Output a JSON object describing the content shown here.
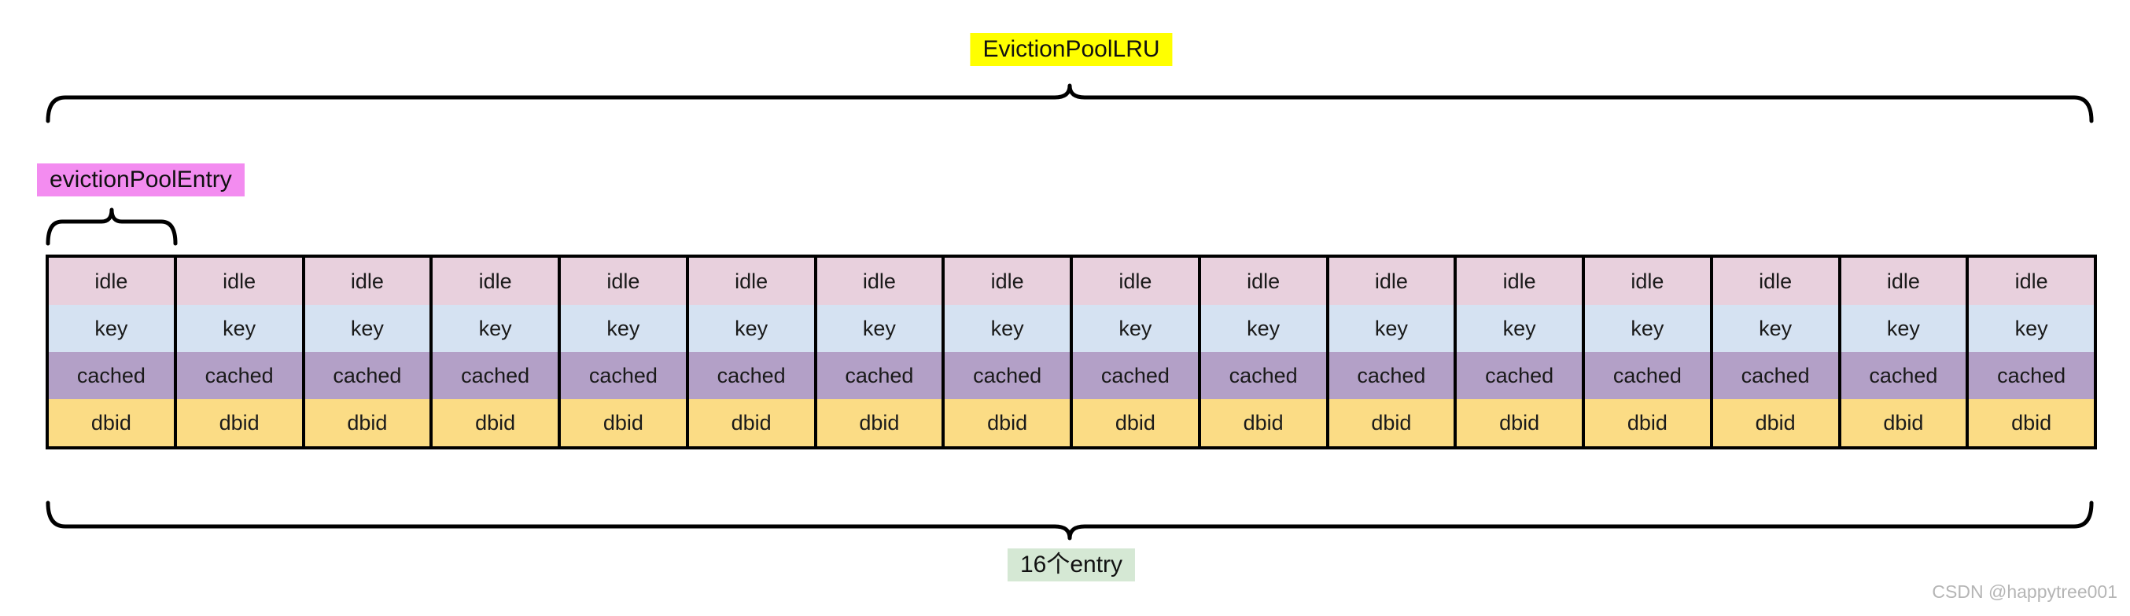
{
  "labels": {
    "pool_title": "EvictionPoolLRU",
    "entry_title": "evictionPoolEntry",
    "count_caption": "16个entry"
  },
  "colors": {
    "pool_title_bg": "#ffff00",
    "entry_title_bg": "#f38cf0",
    "count_caption_bg": "#d5e8d4",
    "brace_stroke": "#000000",
    "table_border": "#000000"
  },
  "table": {
    "entry_count": 16,
    "fields": [
      {
        "label": "idle",
        "color": "#e8d0dd"
      },
      {
        "label": "key",
        "color": "#d5e2f2"
      },
      {
        "label": "cached",
        "color": "#b3a0c7"
      },
      {
        "label": "dbid",
        "color": "#fbdc85"
      }
    ]
  },
  "watermark": "CSDN @happytree001"
}
